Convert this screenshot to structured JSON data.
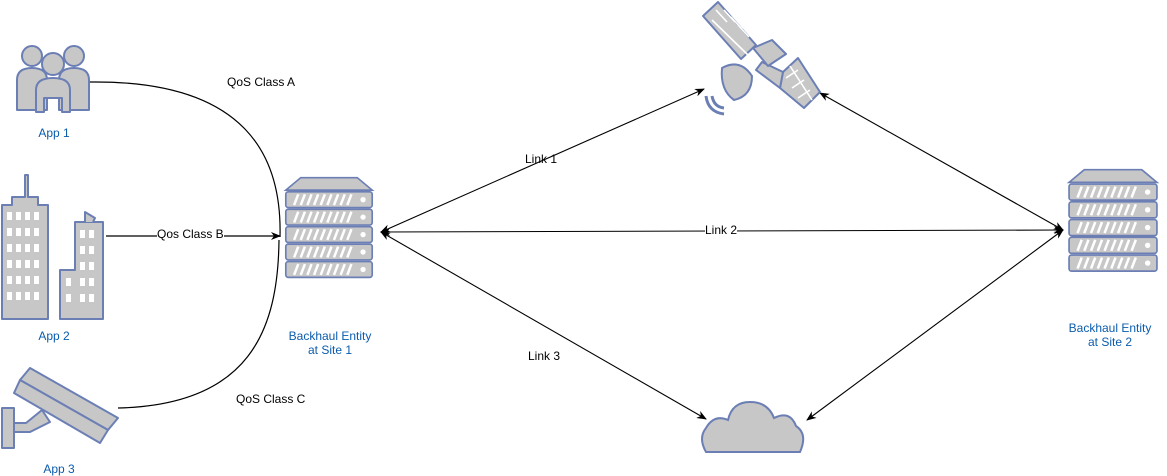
{
  "colors": {
    "icon_fill": "#c7c7c7",
    "icon_stroke": "#6b7fb5",
    "app_label": "#0b5cad",
    "line": "#000000"
  },
  "nodes": {
    "app1": {
      "label": "App 1",
      "icon": "users-icon"
    },
    "app2": {
      "label": "App 2",
      "icon": "buildings-icon"
    },
    "app3": {
      "label": "App 3",
      "icon": "security-camera-icon"
    },
    "backhaul1": {
      "label_line1": "Backhaul Entity",
      "label_line2": "at Site 1",
      "icon": "server-rack-icon"
    },
    "backhaul2": {
      "label_line1": "Backhaul Entity",
      "label_line2": "at Site 2",
      "icon": "server-rack-icon"
    },
    "satellite": {
      "icon": "satellite-icon"
    },
    "cloud": {
      "icon": "cloud-icon"
    }
  },
  "edges": {
    "qos_a": "QoS Class A",
    "qos_b": "Qos Class B",
    "qos_c": "QoS Class C",
    "link1": "Link 1",
    "link2": "Link 2",
    "link3": "Link 3"
  }
}
